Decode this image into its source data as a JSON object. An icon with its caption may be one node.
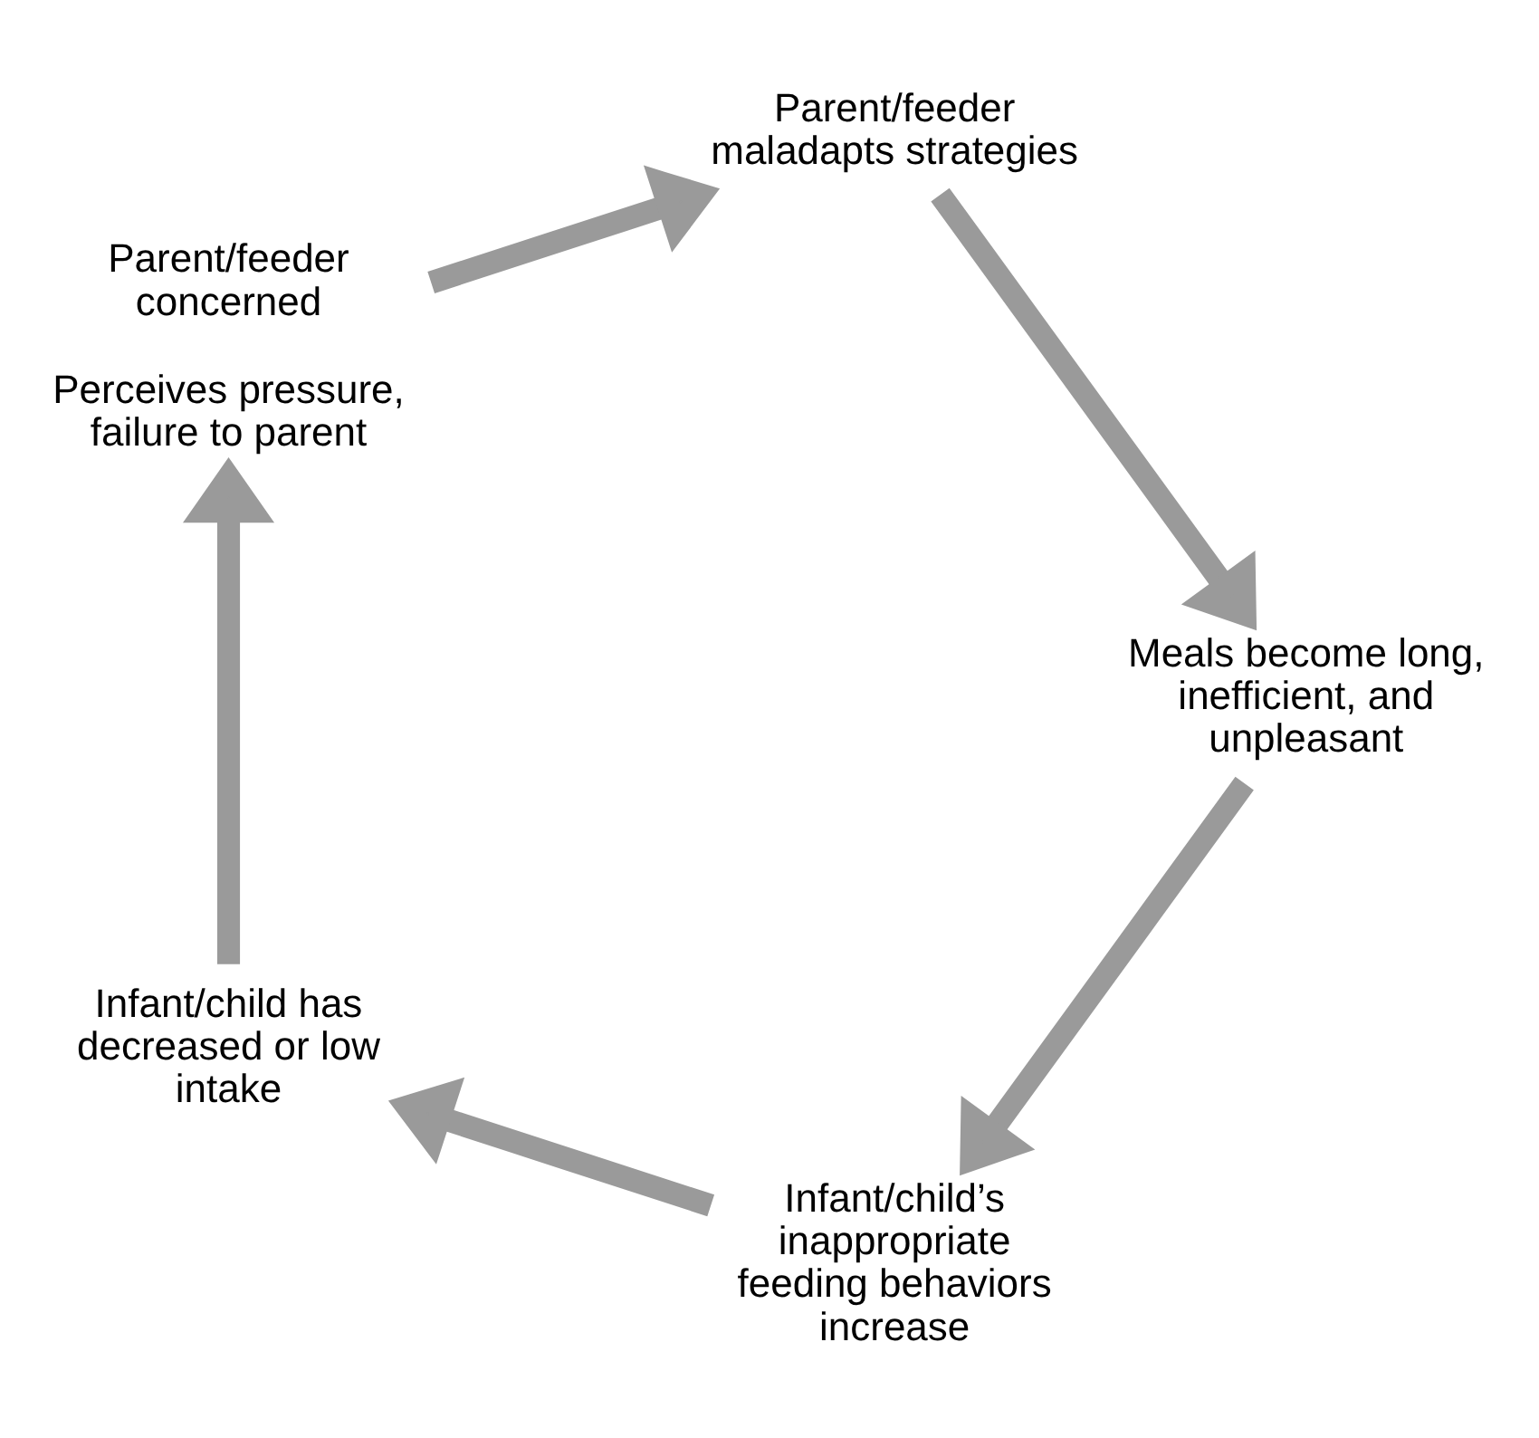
{
  "diagram": {
    "nodes": [
      {
        "text": [
          "Infant/child’s inappropriate feeding behaviors increase"
        ]
      },
      {
        "text": [
          "Infant/child has decreased or low intake"
        ]
      },
      {
        "text": [
          "Parent/feeder concerned",
          "Perceives pressure, failure to parent"
        ]
      },
      {
        "text": [
          "Parent/feeder maladapts strategies"
        ]
      },
      {
        "text": [
          "Meals become long, inefficient, and unpleasant"
        ]
      }
    ],
    "edges": [
      {
        "from": 0,
        "to": 1,
        "arrow": "to"
      },
      {
        "from": 1,
        "to": 2,
        "arrow": "to"
      },
      {
        "from": 2,
        "to": 3,
        "arrow": "to"
      },
      {
        "from": 3,
        "to": 4,
        "arrow": "to"
      },
      {
        "from": 4,
        "to": 0,
        "arrow": "to"
      }
    ]
  }
}
